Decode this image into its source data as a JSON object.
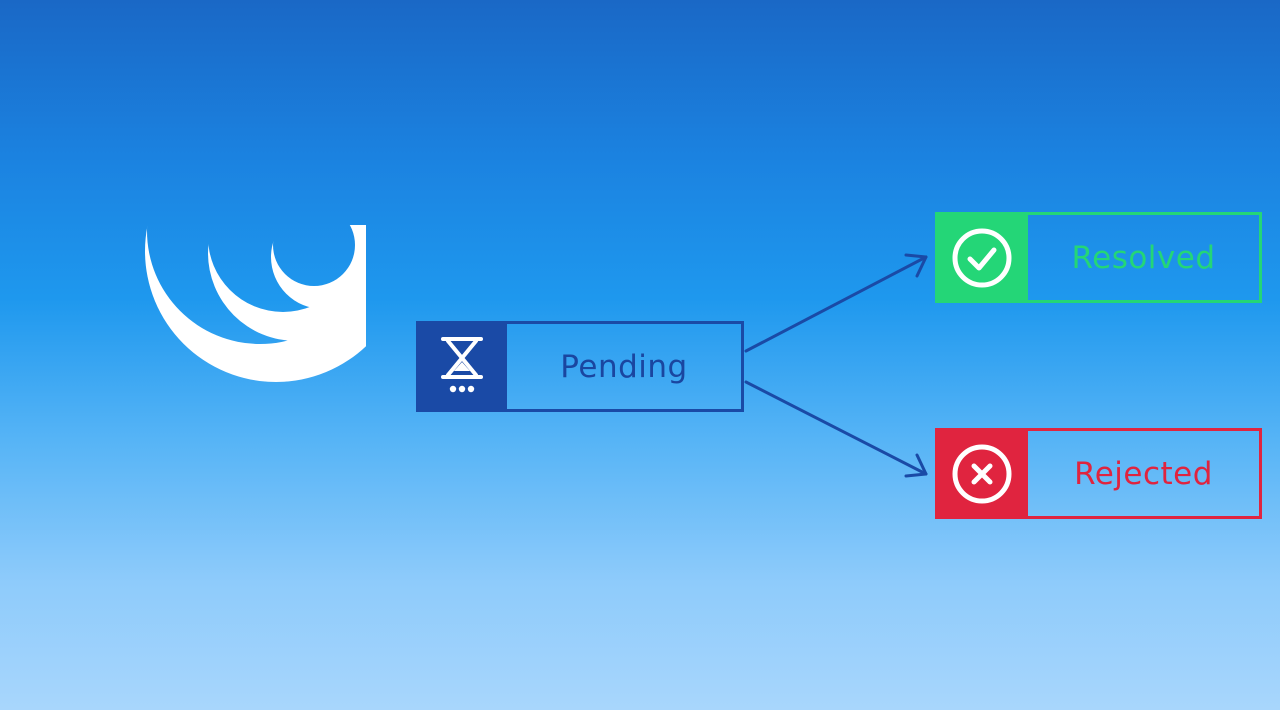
{
  "logo": {
    "name": "jquery-logo",
    "color": "#ffffff"
  },
  "states": {
    "pending": {
      "label": "Pending",
      "color": "#1a4aa6",
      "icon": "hourglass-icon"
    },
    "resolved": {
      "label": "Resolved",
      "color": "#24d677",
      "icon": "check-circle-icon"
    },
    "rejected": {
      "label": "Rejected",
      "color": "#e0243f",
      "icon": "x-circle-icon"
    }
  },
  "transitions": [
    {
      "from": "Pending",
      "to": "Resolved"
    },
    {
      "from": "Pending",
      "to": "Rejected"
    }
  ],
  "arrow_color": "#1a4aa6"
}
